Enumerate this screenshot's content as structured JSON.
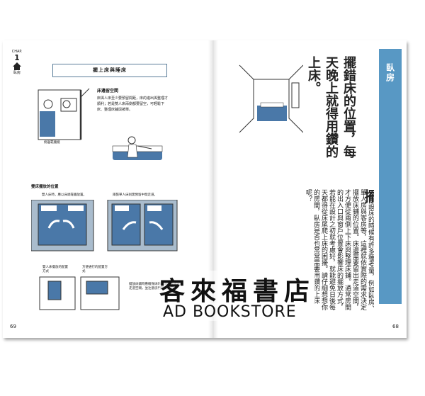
{
  "left_page": {
    "chapter": {
      "label_top": "CHAP.",
      "number": "1",
      "label_bottom": "臥房"
    },
    "section_title": "擺上床與睡床",
    "tip": {
      "heading": "床邊留空間",
      "body": "床與人床至少要預留間距，床的進出與整理才順利；若是雙人床兩側都要留空，可輕鬆下床、整理床鋪與被單。"
    },
    "caption_bed_1": "側邊靠牆擺",
    "section2_title": "雙床擺放的位置",
    "caption_a": "雙人床時，應以床頭靠牆放置。",
    "caption_b": "兩張單人床則需預留中間走道。",
    "caption_c": "雙人床擺放的配置方式",
    "caption_d": "方便通行的配置方式",
    "caption_e": "擺放床鋪時應確保床的四周留有適當的走道空間，並注意房門開啟方向。",
    "page_number": "69"
  },
  "right_page": {
    "section_tab": "臥房",
    "headline": "擺錯床的位置，每天晚上就得用鑽的上床。",
    "dropcap": "擺",
    "body": "設床的時候有許多種考量，例如臥房、單人房與客房等，這裡就依實際的需求決定擺放床鋪的位置。床邊需要留出走道空間，才方便從兩側上下床與整理床鋪。通常房間的出入口與窗戶位置會影響床的擺放方式，若能在設計之初就考慮好，就能避免日後每天都得從床尾爬上床的困擾。請仔細想想你的房間，臥房是否也常常需要用鑽的上床呢？",
    "page_number": "68"
  },
  "watermark": {
    "zh": "客來福書店",
    "en": "AD BOOKSTORE"
  },
  "colors": {
    "accent": "#5898c4",
    "bed": "#4a78a8",
    "rug": "#a9bccd"
  }
}
